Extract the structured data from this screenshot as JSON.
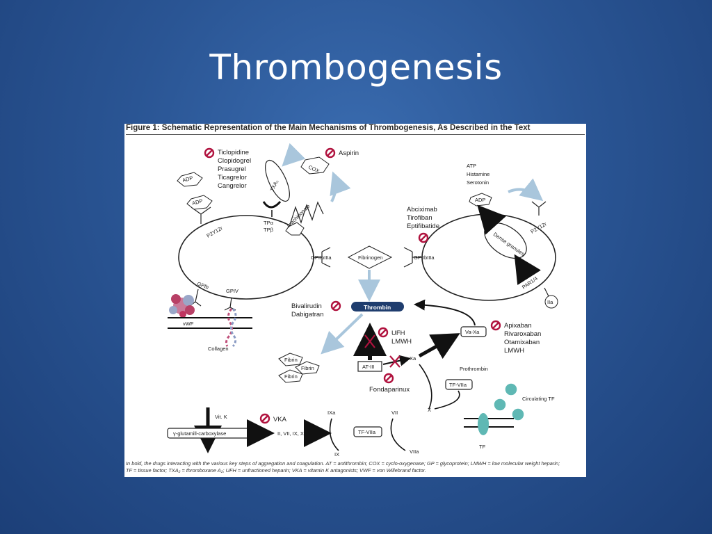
{
  "slide": {
    "title": "Thrombogenesis"
  },
  "figure": {
    "caption": "Figure 1: Schematic Representation of the Main Mechanisms of Thrombogenesis, As Described in the Text",
    "footnote_line1": "In bold, the drugs interacting with the various key steps of aggregation and coagulation. AT = antithrombin; COX = cyclo-oxygenase; GP = glycoprotein; LMWH = low molecular weight heparin;",
    "footnote_line2": "TF = tissue factor; TXA₂ = thromboxane A₂; UFH = unfractioned heparin; VKA = vitamin K antagonists; VWF = von Willebrand factor.",
    "drug_groups": {
      "p2y12_inhibitors": [
        "Ticlopidine",
        "Clopidogrel",
        "Prasugrel",
        "Ticagrelor",
        "Cangrelor"
      ],
      "aspirin": "Aspirin",
      "gpiib_inhibitors": [
        "Abciximab",
        "Tirofiban",
        "Eptifibatide"
      ],
      "thrombin_inhibitors": [
        "Bivalirudin",
        "Dabigatran"
      ],
      "heparins": [
        "UFH",
        "LMWH"
      ],
      "xa_inhibitors": [
        "Apixaban",
        "Rivaroxaban",
        "Otamixaban",
        "LMWH"
      ],
      "fondaparinux": "Fondaparinux",
      "vka": "VKA"
    },
    "labels": {
      "adp": "ADP",
      "cox": "COX",
      "txa2": "TXA₂",
      "tpa": "TPα",
      "tpb": "TPβ",
      "arachidonate": "Arachidonate",
      "p2y12r": "P2Y12r",
      "gpiibiiia": "GPIIbIIIa",
      "gpib": "GPIb",
      "gpiv": "GPIV",
      "vwf": "vWF",
      "collagen": "Collagen",
      "fibrinogen": "Fibrinogen",
      "thrombin": "Thrombin",
      "fibrin": "Fibrin",
      "at3": "AT-III",
      "xa": "Xa",
      "va_xa": "Va-Xa",
      "prothrombin": "Prothrombin",
      "tf_viia": "TF-VIIa",
      "x": "X",
      "atp": "ATP",
      "histamine": "Histamine",
      "serotonin": "Serotonin",
      "dense_granules": "Dense granules",
      "par14": "PAR1/4",
      "iia": "IIa",
      "circulating_tf": "Circulating TF",
      "tf": "TF",
      "vit_k": "Vit. K",
      "carboxylase": "γ-glutamill-carboxylase",
      "factors": "II, VII, IX, X",
      "ixa": "IXa",
      "ix": "IX",
      "vii": "VII",
      "viia": "VIIa"
    }
  }
}
